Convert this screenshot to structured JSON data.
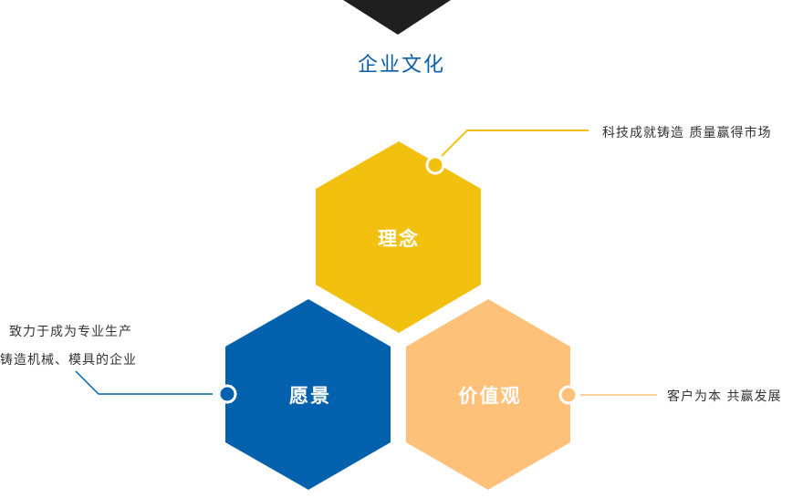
{
  "title": "企业文化",
  "hexagons": [
    {
      "label": "理念",
      "color": "#f2c00f",
      "description": [
        "科技成就铸造 质量赢得市场"
      ]
    },
    {
      "label": "愿景",
      "color": "#0461ad",
      "description": [
        "致力于成为专业生产",
        "铸造机械、模具的企业"
      ]
    },
    {
      "label": "价值观",
      "color": "#fdc17a",
      "description": [
        "客户为本 共赢发展"
      ]
    }
  ]
}
